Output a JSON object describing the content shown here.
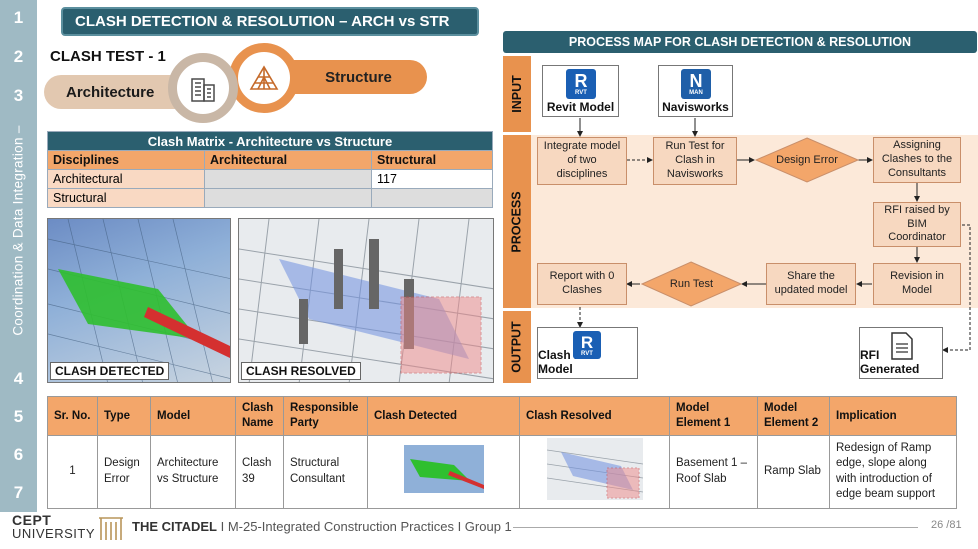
{
  "sidebar": {
    "numbers": [
      "1",
      "2",
      "3",
      "4",
      "5",
      "6",
      "7"
    ],
    "vertical_text": "Coordination & Data Integration –"
  },
  "header": {
    "title": "CLASH DETECTION & RESOLUTION – ARCH vs STR"
  },
  "clash_test": {
    "label": "CLASH TEST - 1",
    "architecture": "Architecture",
    "structure": "Structure"
  },
  "matrix": {
    "title": "Clash Matrix - Architecture vs Structure",
    "headers": [
      "Disciplines",
      "Architectural",
      "Structural"
    ],
    "rows": [
      {
        "label": "Architectural",
        "arch": "",
        "str": "117"
      },
      {
        "label": "Structural",
        "arch": "",
        "str": ""
      }
    ]
  },
  "images": {
    "detected_caption": "CLASH DETECTED",
    "resolved_caption": "CLASH RESOLVED"
  },
  "process_map": {
    "title": "PROCESS MAP FOR CLASH DETECTION & RESOLUTION",
    "bands": {
      "input": "INPUT",
      "process": "PROCESS",
      "output": "OUTPUT"
    },
    "inputs": {
      "revit": "Revit Model",
      "navisworks": "Navisworks",
      "revit_badge": "RVT",
      "navis_badge": "MAN"
    },
    "steps": {
      "integrate": "Integrate model of two disciplines",
      "run_test": "Run Test for Clash in Navisworks",
      "design_error": "Design Error",
      "assign": "Assigning Clashes to the Consultants",
      "rfi": "RFI raised by BIM Coordinator",
      "revision": "Revision in Model",
      "share": "Share the updated model",
      "run_test2": "Run Test",
      "report": "Report with 0 Clashes"
    },
    "outputs": {
      "clash_free": "Clash Free Model",
      "rfi_generated": "RFI Generated"
    }
  },
  "table": {
    "headers": [
      "Sr. No.",
      "Type",
      "Model",
      "Clash Name",
      "Responsible Party",
      "Clash Detected",
      "Clash Resolved",
      "Model Element 1",
      "Model Element 2",
      "Implication"
    ],
    "rows": [
      {
        "sr": "1",
        "type": "Design Error",
        "model": "Architecture vs Structure",
        "clash_name": "Clash 39",
        "party": "Structural Consultant",
        "el1": "Basement 1 – Roof Slab",
        "el2": "Ramp Slab",
        "implication": "Redesign of Ramp edge, slope along with introduction of edge beam support"
      }
    ]
  },
  "footer": {
    "logo_top": "CEPT",
    "logo_bottom": "UNIVERSITY",
    "project": "THE CITADEL",
    "course": " I M-25-Integrated Construction Practices I Group 1",
    "page": "26 /81"
  }
}
